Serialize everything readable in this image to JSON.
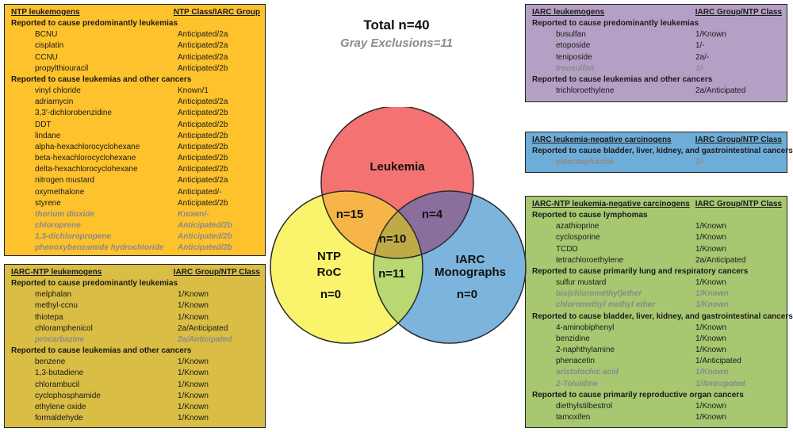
{
  "totals": {
    "total": "Total n=40",
    "exclusions": "Gray Exclusions=11"
  },
  "venn": {
    "leukemia": "Leukemia",
    "ntp_line1": "NTP",
    "ntp_line2": "RoC",
    "iarc_line1": "IARC",
    "iarc_line2": "Monographs",
    "ntp_only": "n=0",
    "iarc_only": "n=0",
    "leuk_ntp": "n=15",
    "leuk_iarc": "n=4",
    "all_three": "n=10",
    "ntp_iarc": "n=11",
    "colors": {
      "leukemia": "#f47372",
      "ntp": "#f9f46c",
      "iarc": "#7cb4de",
      "leuk_ntp": "#f7b547",
      "leuk_iarc": "#8a6e9d",
      "ntp_iarc": "#b9d872",
      "all_three": "#bfaa48"
    }
  },
  "ntp_panel": {
    "header_left": "NTP leukemogens",
    "header_right": "NTP Class/IARC Group",
    "sections": [
      {
        "title": "Reported to cause predominantly leukemias",
        "rows": [
          {
            "name": "BCNU",
            "cls": "Anticipated/2a",
            "gray": false
          },
          {
            "name": "cisplatin",
            "cls": "Anticipated/2a",
            "gray": false
          },
          {
            "name": "CCNU",
            "cls": "Anticipated/2a",
            "gray": false
          },
          {
            "name": "propylthiouracil",
            "cls": "Anticipated/2b",
            "gray": false
          }
        ]
      },
      {
        "title": "Reported to cause leukemias and other cancers",
        "rows": [
          {
            "name": "vinyl chloride",
            "cls": "Known/1",
            "gray": false
          },
          {
            "name": "adriamycin",
            "cls": "Anticipated/2a",
            "gray": false
          },
          {
            "name": "3,3'-dichlorobenzidine",
            "cls": "Anticipated/2b",
            "gray": false
          },
          {
            "name": "DDT",
            "cls": "Anticipated/2b",
            "gray": false
          },
          {
            "name": "lindane",
            "cls": "Anticipated/2b",
            "gray": false
          },
          {
            "name": "alpha-hexachlorocyclohexane",
            "cls": "Anticipated/2b",
            "gray": false
          },
          {
            "name": "beta-hexachlorocyclohexane",
            "cls": "Anticipated/2b",
            "gray": false
          },
          {
            "name": "delta-hexachlorocyclohexane",
            "cls": "Anticipated/2b",
            "gray": false
          },
          {
            "name": "nitrogen mustard",
            "cls": "Anticipated/2a",
            "gray": false
          },
          {
            "name": "oxymethalone",
            "cls": "Anticipated/-",
            "gray": false
          },
          {
            "name": "styrene",
            "cls": "Anticipated/2b",
            "gray": false
          },
          {
            "name": "thorium dioxide",
            "cls": "Known/-",
            "gray": true
          },
          {
            "name": "chloroprene",
            "cls": "Anticipated/2b",
            "gray": true
          },
          {
            "name": "1,3-dichloropropene",
            "cls": "Anticipated/2b",
            "gray": true
          },
          {
            "name": "phenoxybenzamide hydrochloride",
            "cls": "Anticipated/2b",
            "gray": true
          }
        ]
      }
    ]
  },
  "iarc_ntp_panel": {
    "header_left": "IARC-NTP leukemogens",
    "header_right": "IARC Group/NTP Class",
    "sections": [
      {
        "title": "Reported to cause predominantly leukemias",
        "rows": [
          {
            "name": "melphalan",
            "cls": "1/Known",
            "gray": false
          },
          {
            "name": "methyl-ccnu",
            "cls": "1/Known",
            "gray": false
          },
          {
            "name": "thiotepa",
            "cls": "1/Known",
            "gray": false
          },
          {
            "name": "chloramphenicol",
            "cls": "2a/Anticipated",
            "gray": false
          },
          {
            "name": "procarbazine",
            "cls": "2a/Anticipated",
            "gray": true
          }
        ]
      },
      {
        "title": "Reported to cause leukemias and other cancers",
        "rows": [
          {
            "name": "benzene",
            "cls": "1/Known",
            "gray": false
          },
          {
            "name": "1,3-butadiene",
            "cls": "1/Known",
            "gray": false
          },
          {
            "name": "chlorambucil",
            "cls": "1/Known",
            "gray": false
          },
          {
            "name": "cyclophosphamide",
            "cls": "1/Known",
            "gray": false
          },
          {
            "name": "ethylene oxide",
            "cls": "1/Known",
            "gray": false
          },
          {
            "name": "formaldehyde",
            "cls": "1/Known",
            "gray": false
          }
        ]
      }
    ]
  },
  "iarc_panel": {
    "header_left": "IARC leukemogens",
    "header_right": "IARC Group/NTP Class",
    "sections": [
      {
        "title": "Reported to cause predominantly leukemias",
        "rows": [
          {
            "name": "busulfan",
            "cls": "1/Known",
            "gray": false
          },
          {
            "name": "etoposide",
            "cls": "1/-",
            "gray": false
          },
          {
            "name": "teniposide",
            "cls": "2a/-",
            "gray": false
          },
          {
            "name": "treosulfan",
            "cls": "1/-",
            "gray": true
          }
        ]
      },
      {
        "title": "Reported to cause leukemias and other cancers",
        "rows": [
          {
            "name": "trichloroethylene",
            "cls": "2a/Anticipated",
            "gray": false
          }
        ]
      }
    ]
  },
  "neg_panel": {
    "header_left": "IARC leukemia-negative carcinogens",
    "header_right": "IARC Group/NTP Class",
    "sections": [
      {
        "title": "Reported to cause bladder, liver, kidney, and gastrointestinal cancers",
        "rows": [
          {
            "name": "chlornaphazine",
            "cls": "1/-",
            "gray": true
          }
        ]
      }
    ]
  },
  "both_neg_panel": {
    "header_left": "IARC-NTP leukemia-negative carcinogens",
    "header_right": "IARC Group/NTP Class",
    "sections": [
      {
        "title": "Reported to cause lymphomas",
        "rows": [
          {
            "name": "azathioprine",
            "cls": "1/Known",
            "gray": false
          },
          {
            "name": "cyclosporine",
            "cls": "1/Known",
            "gray": false
          },
          {
            "name": "TCDD",
            "cls": "1/Known",
            "gray": false
          },
          {
            "name": "tetrachloroethylene",
            "cls": "2a/Anticipated",
            "gray": false
          }
        ]
      },
      {
        "title": "Reported to cause primarily lung and respiratory cancers",
        "rows": [
          {
            "name": "sulfur mustard",
            "cls": "1/Known",
            "gray": false
          },
          {
            "name": "bis(chloromethyl)ether",
            "cls": "1/Known",
            "gray": true
          },
          {
            "name": "chloromethyl methyl ether",
            "cls": "1/Known",
            "gray": true
          }
        ]
      },
      {
        "title": "Reported to cause bladder, liver, kidney, and gastrointestinal cancers",
        "rows": [
          {
            "name": "4-aminobiphenyl",
            "cls": "1/Known",
            "gray": false
          },
          {
            "name": "benzidine",
            "cls": "1/Known",
            "gray": false
          },
          {
            "name": "2-naphthylamine",
            "cls": "1/Known",
            "gray": false
          },
          {
            "name": "phenacetin",
            "cls": "1/Anticipated",
            "gray": false
          },
          {
            "name": "aristolochic acid",
            "cls": "1/Known",
            "gray": true
          },
          {
            "name": "2-Toluidine",
            "cls": "1/Anticipated",
            "gray": true
          }
        ]
      },
      {
        "title": "Reported to cause primarily reproductive organ cancers",
        "rows": [
          {
            "name": "diethylstilbestrol",
            "cls": "1/Known",
            "gray": false
          },
          {
            "name": "tamoxifen",
            "cls": "1/Known",
            "gray": false
          }
        ]
      }
    ]
  }
}
